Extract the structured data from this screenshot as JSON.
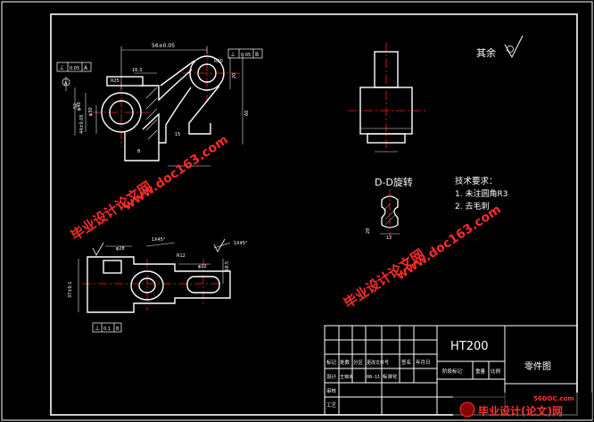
{
  "tb": {
    "material": "HT200",
    "part_name": "零件图",
    "r1": [
      "标记",
      "处数",
      "分区",
      "更改文件号",
      "签名",
      "年月日"
    ],
    "r2": [
      "设计",
      "王锦永",
      "08-11",
      "标准化"
    ],
    "r3_a": "阶段标记",
    "r3_b": "重量",
    "r3_c": "比例",
    "r4": [
      "审核",
      "工艺"
    ]
  },
  "notes": {
    "title": "技术要求：",
    "line1": "1. 未注圆角R3",
    "line2": "2. 去毛刺"
  },
  "dims": {
    "top_len": "56±0.05",
    "d13": "16.3",
    "r25": "R25",
    "phi40": "φ40",
    "phi30": "φ30",
    "dim52": "52",
    "dim44": "44±0.05",
    "dim20": "20",
    "dim15": "15",
    "dim8": "8",
    "lx45a": "1X45°",
    "lx45b": "1X45°",
    "phi28": "φ28",
    "dim37": "37±0.1",
    "phi22": "φ22",
    "dim18": "18.5",
    "r20": "R20",
    "r12": "R12",
    "dim12": "12",
    "dim28": "28",
    "dim60": "60"
  },
  "tol": {
    "a": [
      "⊥",
      "0.05",
      "A"
    ],
    "b": [
      "⊥",
      "0.05",
      "B"
    ],
    "c": [
      "⊥",
      "0.1",
      "B"
    ]
  },
  "labels": {
    "section": "D-D旋转",
    "roughness": "其余",
    "datum_a": "A",
    "datum_b": "B"
  },
  "watermarks": {
    "cn": "毕业设计论文网",
    "url": "www.doc163.com"
  },
  "footer_logo": {
    "url": "56DOC.com",
    "name": "毕业设计(论文)网"
  },
  "colors": {
    "background": "#000000",
    "outline": "#ffffff",
    "centerline": "#ff2020",
    "dimension": "#e8e8e8",
    "watermark": "#ff2a2a"
  }
}
